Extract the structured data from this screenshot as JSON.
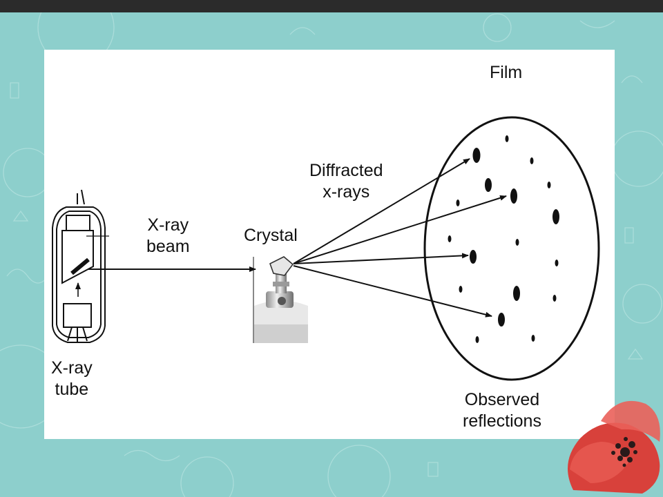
{
  "labels": {
    "film": "Film",
    "diffracted_1": "Diffracted",
    "diffracted_2": "x-rays",
    "beam_1": "X-ray",
    "beam_2": "beam",
    "crystal": "Crystal",
    "tube_1": "X-ray",
    "tube_2": "tube",
    "observed_1": "Observed",
    "observed_2": "reflections"
  },
  "colors": {
    "background": "#8dcfcc",
    "top_band": "#2b2b2b",
    "panel": "#ffffff",
    "ink": "#111111",
    "flower_red": "#e04a45",
    "flower_dark": "#2a1a1a"
  },
  "icons": [
    "xray-tube-icon",
    "crystal-mount-icon",
    "film-plate-icon",
    "poppy-flower-icon"
  ]
}
